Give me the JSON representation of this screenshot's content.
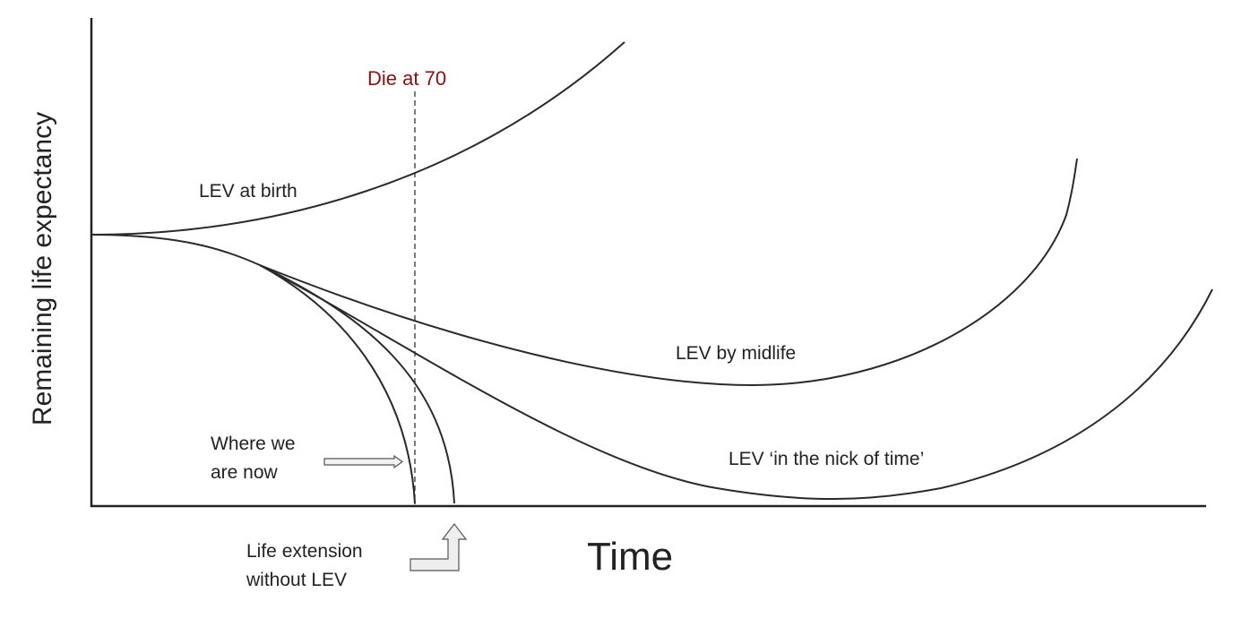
{
  "title_marker": "Die at 70",
  "axes": {
    "x_label": "Time",
    "y_label": "Remaining life expectancy"
  },
  "curves": [
    {
      "label": "LEV at birth"
    },
    {
      "label": "LEV by midlife"
    },
    {
      "label": "LEV ‘in the nick of time’"
    }
  ],
  "annotations": {
    "where_line1": "Where we",
    "where_line2": "are now",
    "ext_line1": "Life extension",
    "ext_line2": "without LEV"
  },
  "colors": {
    "marker": "#8b1010",
    "line": "#222222"
  }
}
